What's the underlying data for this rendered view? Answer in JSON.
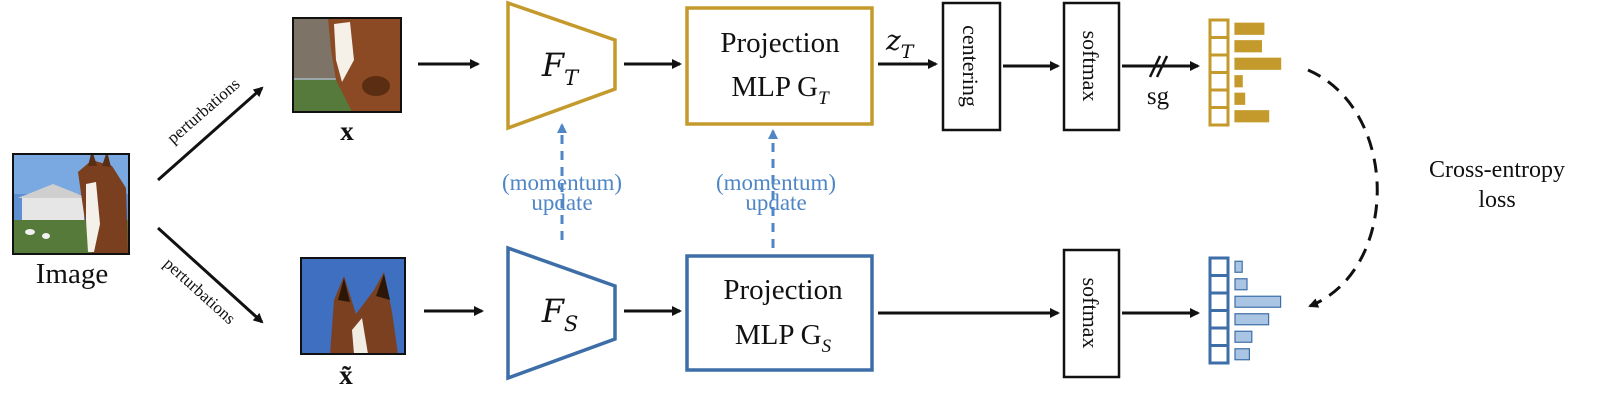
{
  "labels": {
    "image": "Image",
    "perturb_top": "perturbations",
    "perturb_bottom": "perturbations",
    "x_top": "x",
    "x_bottom": "x̃",
    "teacher_encoder": "F",
    "teacher_encoder_sub": "T",
    "student_encoder": "F",
    "student_encoder_sub": "S",
    "teacher_proj_line1": "Projection",
    "teacher_proj_line2": "MLP G",
    "teacher_proj_sub": "T",
    "student_proj_line1": "Projection",
    "student_proj_line2": "MLP G",
    "student_proj_sub": "S",
    "z_label": "z",
    "z_sub": "T",
    "centering": "centering",
    "softmax_top": "softmax",
    "softmax_bottom": "softmax",
    "sg": "sg",
    "momentum_1_line1": "momentum",
    "momentum_1_line2": "update",
    "momentum_2_line1": "momentum",
    "momentum_2_line2": "update",
    "loss_line1": "Cross-entropy",
    "loss_line2": "loss"
  },
  "colors": {
    "teacher": "#c49a2c",
    "student": "#3d6ea8",
    "student_bar_fill": "#a9c5e3",
    "momentum": "#4f86c6",
    "stroke": "#111111"
  },
  "distributions": {
    "teacher": [
      0.6,
      0.55,
      0.95,
      0.15,
      0.2,
      0.7
    ],
    "student": [
      0.15,
      0.25,
      0.95,
      0.7,
      0.35,
      0.3
    ]
  }
}
